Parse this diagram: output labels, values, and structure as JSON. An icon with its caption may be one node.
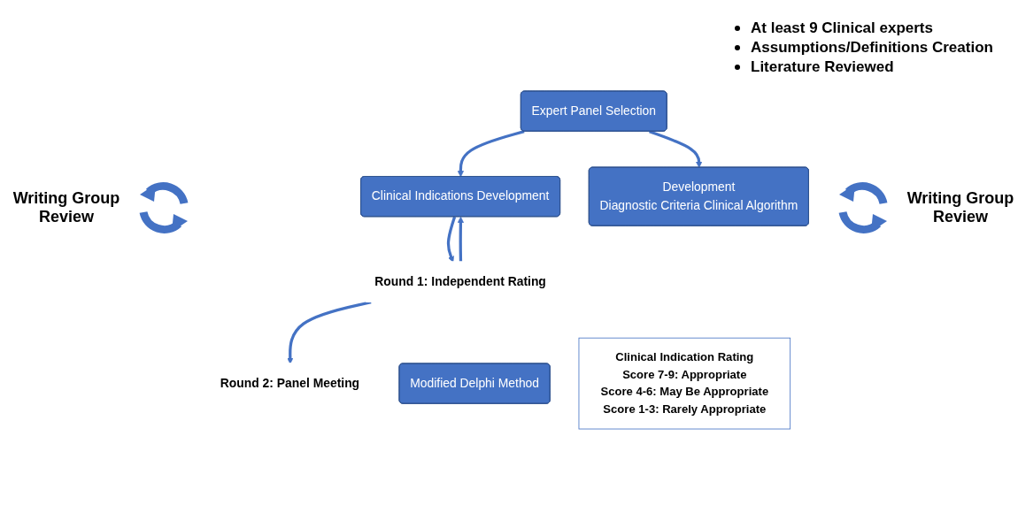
{
  "diagram": {
    "nodes": [
      {
        "text": [
          "Expert Panel Selection"
        ],
        "beside": [
          "At least 9 Clinical experts",
          "Assumptions/Definitions Creation",
          "Literature Reviewed"
        ]
      },
      {
        "text": [
          "Clinical Indications Development"
        ]
      },
      {
        "text": [
          "Development",
          "Diagnostic Criteria Clinical Algorithm"
        ]
      },
      {
        "text": [
          "Round 1: Independent Rating"
        ]
      },
      {
        "text": [
          "Modified Delphi Method"
        ]
      },
      {
        "text": [
          "Round 2: Panel Meeting"
        ]
      },
      {
        "text": [
          "Clinical Indication Rating",
          "Score 7-9: Appropriate",
          "Score 4-6: May Be Appropriate",
          "Score 1-3: Rarely Appropriate"
        ]
      }
    ],
    "edges": [
      {
        "from": 0,
        "to": 1,
        "arrow": "to"
      },
      {
        "from": 0,
        "to": 2,
        "arrow": "to"
      },
      {
        "from": 1,
        "to": 3,
        "arrow": "to"
      },
      {
        "from": 3,
        "to": 1,
        "arrow": "to"
      },
      {
        "from": 3,
        "to": 5,
        "arrow": "to"
      }
    ],
    "labels": [
      "Writing Group Review",
      "Writing Group Review"
    ]
  }
}
